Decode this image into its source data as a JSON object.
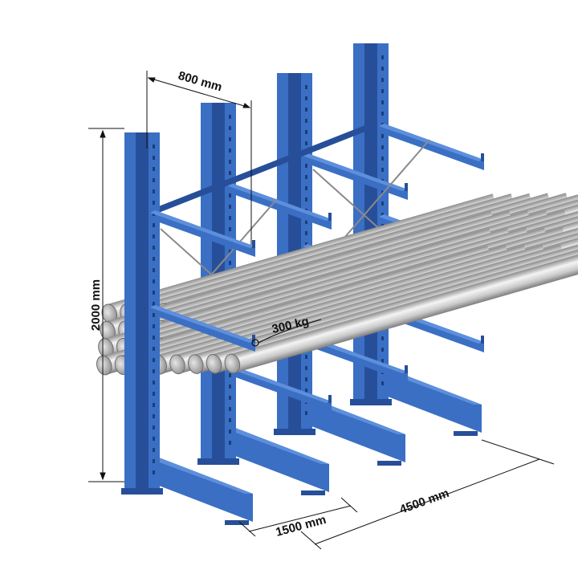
{
  "dimensions": {
    "arm_length": "800 mm",
    "height": "2000 mm",
    "arm_load": "300 kg",
    "base_depth": "1500 mm",
    "total_length": "4500 mm"
  },
  "colors": {
    "steel_blue": "#3a6fc4",
    "steel_blue_dark": "#274f99",
    "steel_blue_light": "#5d8fdc",
    "pipe_light": "#f2f2f2",
    "pipe_dark": "#9a9a9a"
  }
}
